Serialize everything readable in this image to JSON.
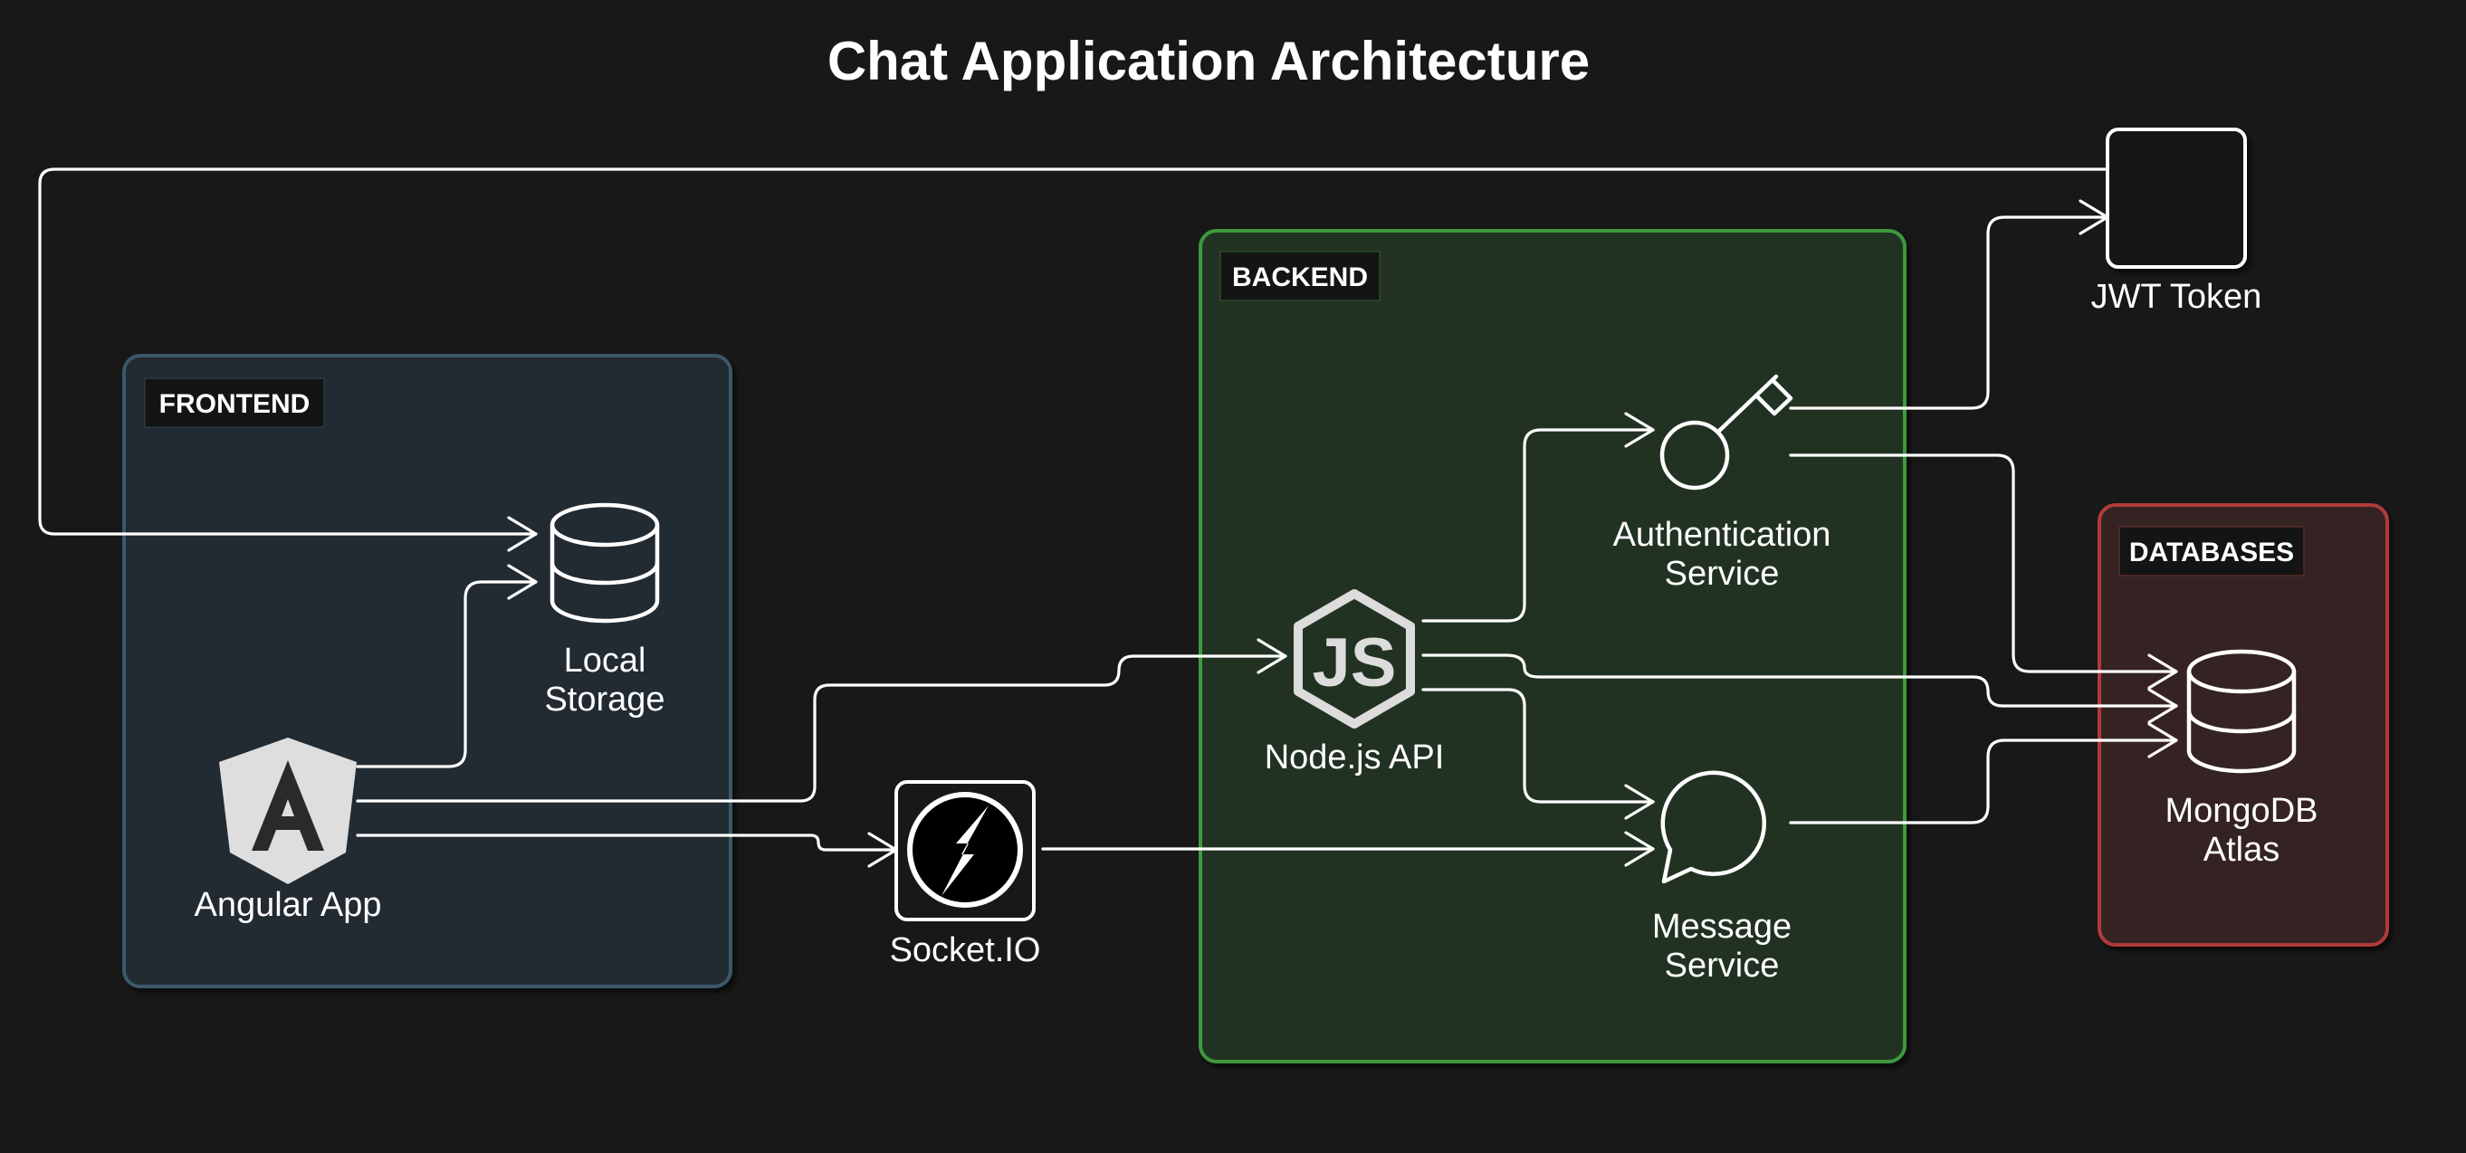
{
  "title": "Chat Application Architecture",
  "colors": {
    "background": "#181818",
    "frontend_fill": "#232c31",
    "frontend_stroke": "#3a5969",
    "backend_fill": "#233023",
    "backend_stroke": "#3d9a3d",
    "databases_fill": "#352424",
    "databases_stroke": "#b03a3a",
    "angular_shield": "#dedede",
    "edge": "#ffffff"
  },
  "groups": {
    "frontend": {
      "label": "FRONTEND"
    },
    "backend": {
      "label": "BACKEND"
    },
    "databases": {
      "label": "DATABASES"
    }
  },
  "nodes": {
    "local_storage": {
      "label_line1": "Local",
      "label_line2": "Storage",
      "icon": "database-icon"
    },
    "angular_app": {
      "label": "Angular App",
      "icon": "angular-logo-icon"
    },
    "socket_io": {
      "label": "Socket.IO",
      "icon": "socket-io-logo-icon"
    },
    "nodejs_api": {
      "label": "Node.js API",
      "icon": "nodejs-logo-icon"
    },
    "auth_service": {
      "label_line1": "Authentication",
      "label_line2": "Service",
      "icon": "key-icon"
    },
    "message_service": {
      "label_line1": "Message",
      "label_line2": "Service",
      "icon": "chat-bubble-icon"
    },
    "jwt_token": {
      "label": "JWT Token",
      "icon": "empty-square"
    },
    "mongodb_atlas": {
      "label_line1": "MongoDB",
      "label_line2": "Atlas",
      "icon": "database-icon"
    }
  },
  "edges": [
    {
      "from": "jwt_token",
      "to": "local_storage"
    },
    {
      "from": "angular_app",
      "to": "local_storage"
    },
    {
      "from": "angular_app",
      "to": "nodejs_api"
    },
    {
      "from": "angular_app",
      "to": "socket_io"
    },
    {
      "from": "socket_io",
      "to": "message_service"
    },
    {
      "from": "nodejs_api",
      "to": "auth_service"
    },
    {
      "from": "nodejs_api",
      "to": "mongodb_atlas"
    },
    {
      "from": "nodejs_api",
      "to": "message_service"
    },
    {
      "from": "auth_service",
      "to": "jwt_token"
    },
    {
      "from": "auth_service",
      "to": "mongodb_atlas"
    },
    {
      "from": "message_service",
      "to": "mongodb_atlas"
    }
  ]
}
